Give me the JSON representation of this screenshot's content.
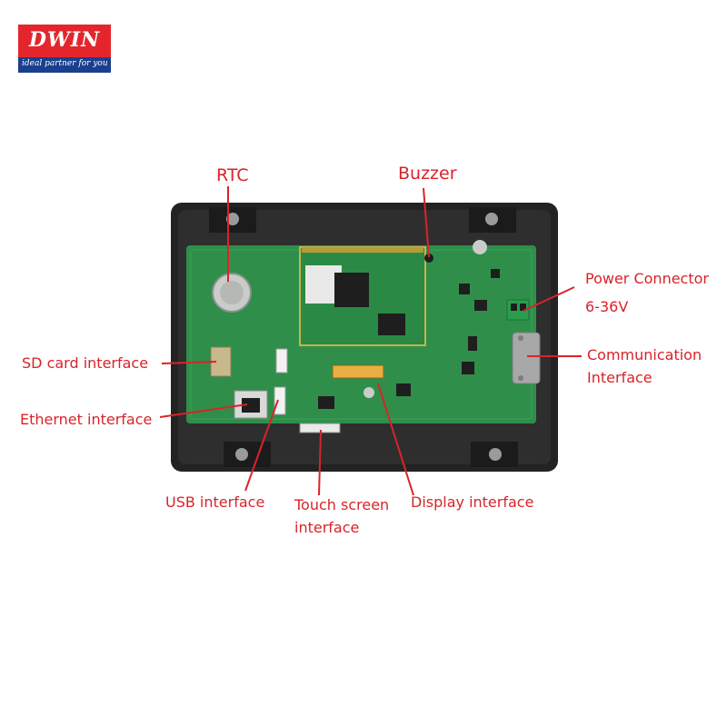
{
  "logo": {
    "brand": "DWIN",
    "tagline": "ideal partner for you"
  },
  "labels": {
    "rtc": "RTC",
    "buzzer": "Buzzer",
    "power_connector": "Power Connector",
    "power_voltage": "6-36V",
    "communication": "Communication",
    "communication_interface": "Interface",
    "sd_card": "SD card interface",
    "ethernet": "Ethernet interface",
    "usb": "USB interface",
    "touch_screen": "Touch screen",
    "touch_screen_interface": "interface",
    "display": "Display interface"
  },
  "colors": {
    "annotation": "#d9232a",
    "brand_red": "#e4262c",
    "brand_blue": "#1a3f8f",
    "pcb_green": "#2f8f4a",
    "enclosure": "#232323"
  }
}
